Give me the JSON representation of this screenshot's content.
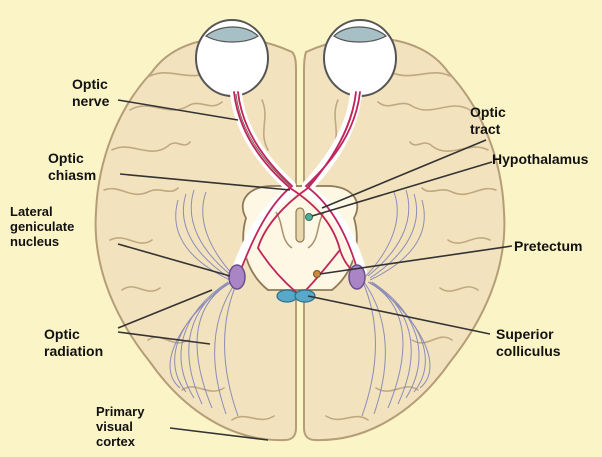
{
  "labels": {
    "optic_nerve": "Optic\nnerve",
    "optic_chiasm": "Optic\nchiasm",
    "lateral_geniculate_nucleus": "Lateral\ngeniculate\nnucleus",
    "optic_radiation": "Optic\nradiation",
    "primary_visual_cortex": "Primary\nvisual\ncortex",
    "optic_tract": "Optic\ntract",
    "hypothalamus": "Hypothalamus",
    "pretectum": "Pretectum",
    "superior_colliculus": "Superior\ncolliculus"
  },
  "colors": {
    "background": "#fbf4c6",
    "brain_tissue": "#f2e2bd",
    "sulcus_line": "#b9a27e",
    "eyeball": "#ffffff",
    "cornea": "#a7c0c6",
    "optic_pathway": "#c2255c",
    "radiation_fibers": "#7b7fb6",
    "lgn": "#a985c6",
    "colliculus": "#58a9c9",
    "pretectum": "#c98b3c"
  }
}
